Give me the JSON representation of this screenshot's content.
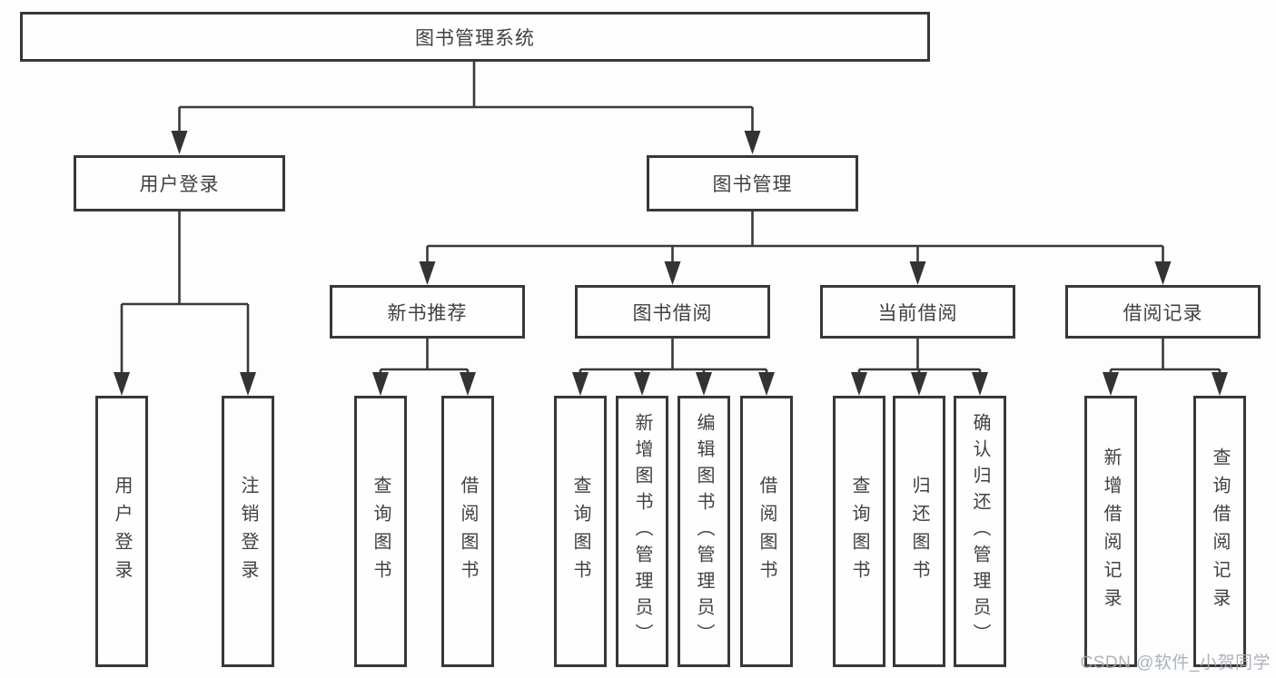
{
  "tree": {
    "root": {
      "label": "图书管理系统"
    },
    "branches": [
      {
        "label": "用户登录",
        "children": [
          {
            "label": "用户登录"
          },
          {
            "label": "注销登录"
          }
        ]
      },
      {
        "label": "图书管理",
        "children": [
          {
            "label": "新书推荐",
            "children": [
              {
                "label": "查询图书"
              },
              {
                "label": "借阅图书"
              }
            ]
          },
          {
            "label": "图书借阅",
            "children": [
              {
                "label": "查询图书"
              },
              {
                "label": "新增图书（管理员）"
              },
              {
                "label": "编辑图书（管理员）"
              },
              {
                "label": "借阅图书"
              }
            ]
          },
          {
            "label": "当前借阅",
            "children": [
              {
                "label": "查询图书"
              },
              {
                "label": "归还图书"
              },
              {
                "label": "确认归还（管理员）"
              }
            ]
          },
          {
            "label": "借阅记录",
            "children": [
              {
                "label": "新增借阅记录"
              },
              {
                "label": "查询借阅记录"
              }
            ]
          }
        ]
      }
    ]
  },
  "watermark": {
    "text": "CSDN @软件_小贺同学"
  },
  "colors": {
    "line": "#3a3a3a",
    "border": "#383838",
    "text": "#414141",
    "background": "#fdfdfd",
    "watermark": "#a3a8b0"
  }
}
